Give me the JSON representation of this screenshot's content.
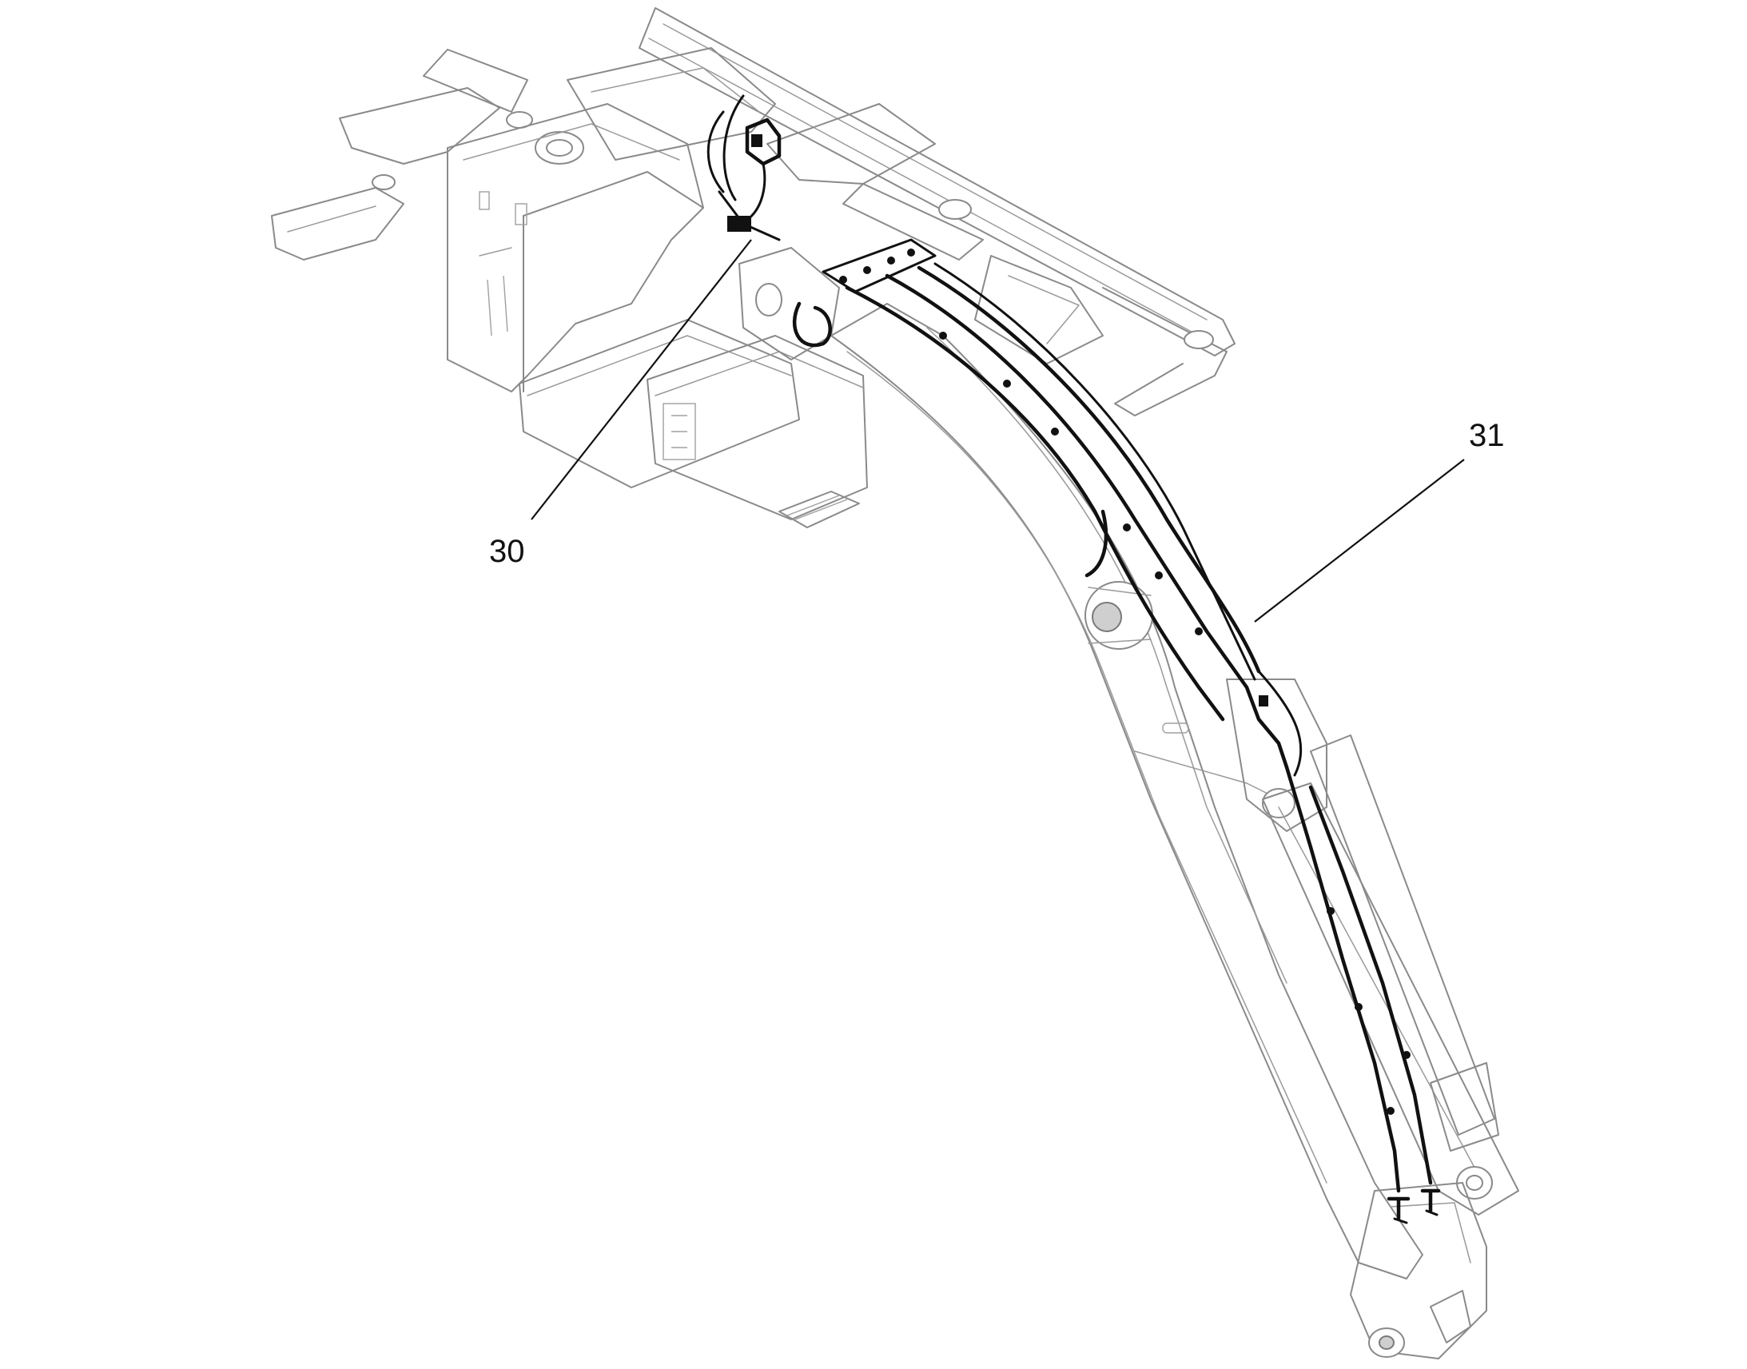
{
  "callouts": [
    {
      "id": "30",
      "label": "30"
    },
    {
      "id": "31",
      "label": "31"
    }
  ],
  "colors": {
    "outline": "#8a8a8a",
    "harness": "#111111",
    "background": "#ffffff"
  }
}
